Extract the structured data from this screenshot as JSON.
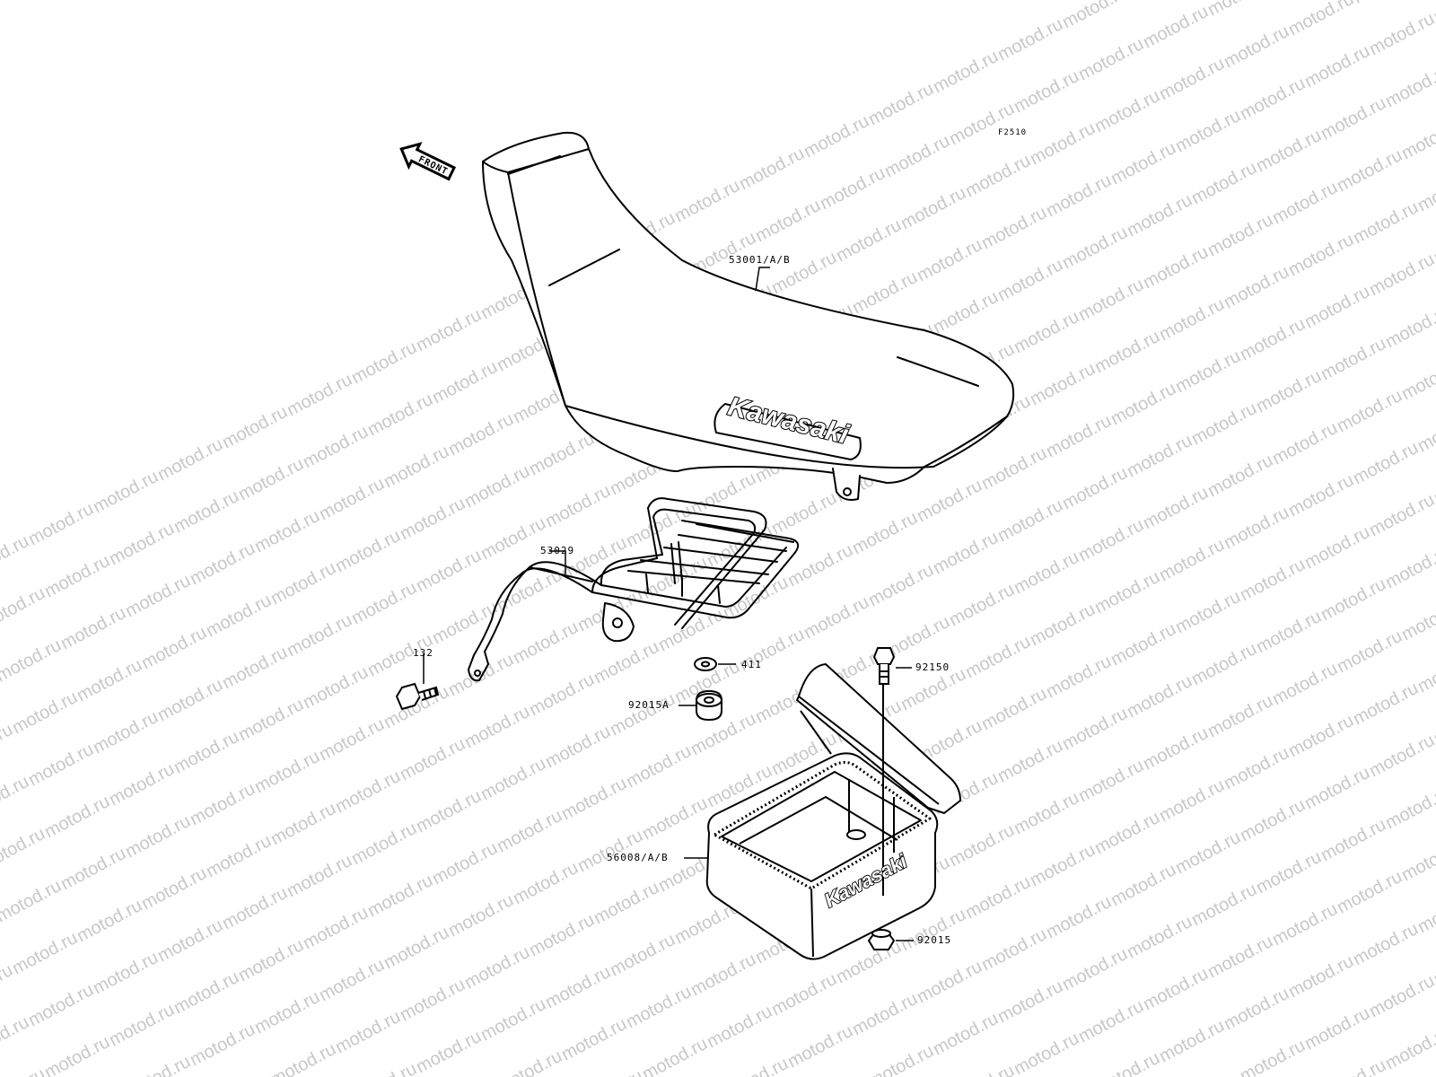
{
  "figure": {
    "code": "F2510",
    "front_arrow_label": "FRONT",
    "watermark_text": "motod.ru",
    "brand_logo_text": "Kawasaki"
  },
  "colors": {
    "line": "#000000",
    "background": "#ffffff",
    "watermark": "#c8c8c8"
  },
  "parts": [
    {
      "id": "seat",
      "number": "53001/A/B"
    },
    {
      "id": "rack",
      "number": "53029"
    },
    {
      "id": "bolt",
      "number": "132"
    },
    {
      "id": "washer",
      "number": "411"
    },
    {
      "id": "nut-rack",
      "number": "92015A"
    },
    {
      "id": "bolt-box",
      "number": "92150"
    },
    {
      "id": "tool-box",
      "number": "56008/A/B"
    },
    {
      "id": "nut-box",
      "number": "92015"
    }
  ]
}
